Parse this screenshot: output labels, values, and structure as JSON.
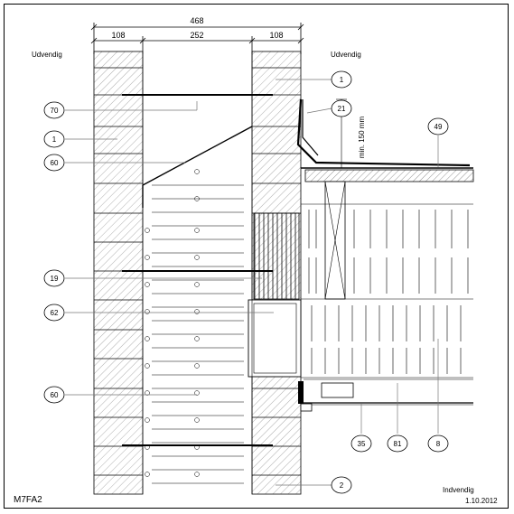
{
  "dimensions": {
    "total": "468",
    "left": "108",
    "middle": "252",
    "right": "108"
  },
  "labels": {
    "outside_left": "Udvendig",
    "outside_right": "Udvendig",
    "inside": "Indvendig",
    "drawing_id": "M7FA2",
    "date": "1.10.2012",
    "min_height": "min. 150 mm"
  },
  "callouts": [
    "1",
    "21",
    "49",
    "70",
    "1",
    "60",
    "19",
    "62",
    "60",
    "35",
    "81",
    "8",
    "2"
  ]
}
